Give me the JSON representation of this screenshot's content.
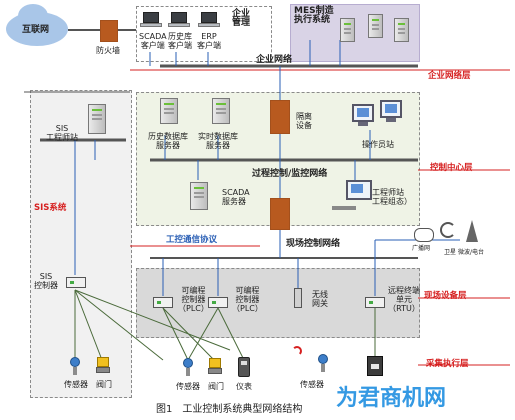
{
  "colors": {
    "zone_line": "#d62020",
    "network_line": "#d62020",
    "link": "#4a6a3a",
    "accent_blue": "#2a5fb5"
  },
  "top": {
    "internet": "互联网",
    "firewall": "防火墙",
    "enterprise_mgmt": "企业\n管理",
    "clients": [
      "SCADA\n客户端",
      "历史库\n客户端",
      "ERP\n客户端"
    ],
    "mes": "MES制造\n执行系统",
    "enterprise_network": "企业网络",
    "enterprise_layer": "企业网络层"
  },
  "sis": {
    "engineer_station": "SIS\n工程师站",
    "system": "SIS系统",
    "controller": "SIS\n控制器"
  },
  "control_center": {
    "history_server": "历史数据库\n服务器",
    "realtime_server": "实时数据库\n服务器",
    "isolation": "隔离\n设备",
    "operator_station": "操作员站",
    "process_network": "过程控制/监控网络",
    "scada_server": "SCADA\n服务器",
    "engineer_station": "工程师站\n工程组态）",
    "layer": "控制中心层"
  },
  "field": {
    "protocol": "工控通信协议",
    "field_network": "现场控制网络",
    "satellite": "卫星",
    "broadcast": "广播网",
    "microwave": "微波/电台",
    "plc1": "可编程\n控制器\n（PLC）",
    "plc2": "可编程\n控制器\n（PLC）",
    "wireless_gateway": "无线\n网关",
    "rtu": "远程终端\n单元\n（RTU）",
    "layer": "现场设备层"
  },
  "execution": {
    "items": [
      "传感器",
      "阀门",
      "传感器",
      "阀门",
      "仪表",
      "传感器"
    ],
    "layer": "采集执行层"
  },
  "caption": "图1　工业控制系统典型网络结构",
  "watermark": "为君商机网"
}
